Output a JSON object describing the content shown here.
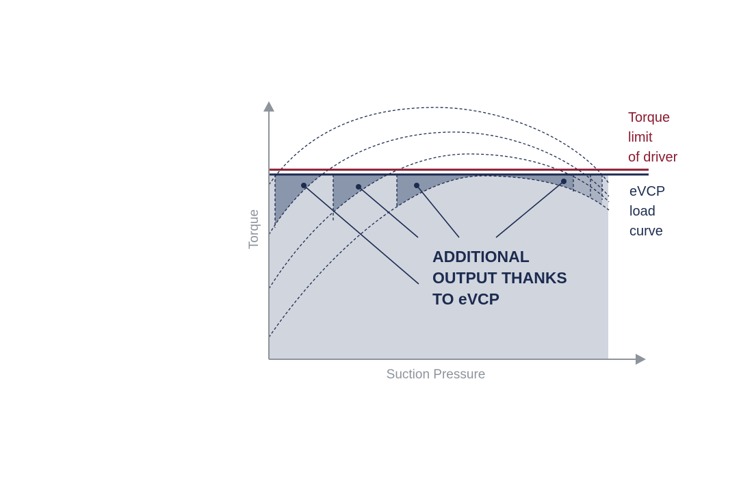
{
  "axes": {
    "y_label": "Torque",
    "x_label": "Suction Pressure"
  },
  "legend": {
    "torque_limit": [
      "Torque",
      "limit",
      "of driver"
    ],
    "load_curve": [
      "eVCP",
      "load",
      "curve"
    ]
  },
  "annotation": [
    "ADDITIONAL",
    "OUTPUT THANKS",
    "TO eVCP"
  ],
  "colors": {
    "torque_limit": "#8b1a2e",
    "load_curve": "#1c2b4f",
    "operating_area": "#d1d5de",
    "additional_output": "#8a96ab",
    "axis": "#8e949c"
  }
}
